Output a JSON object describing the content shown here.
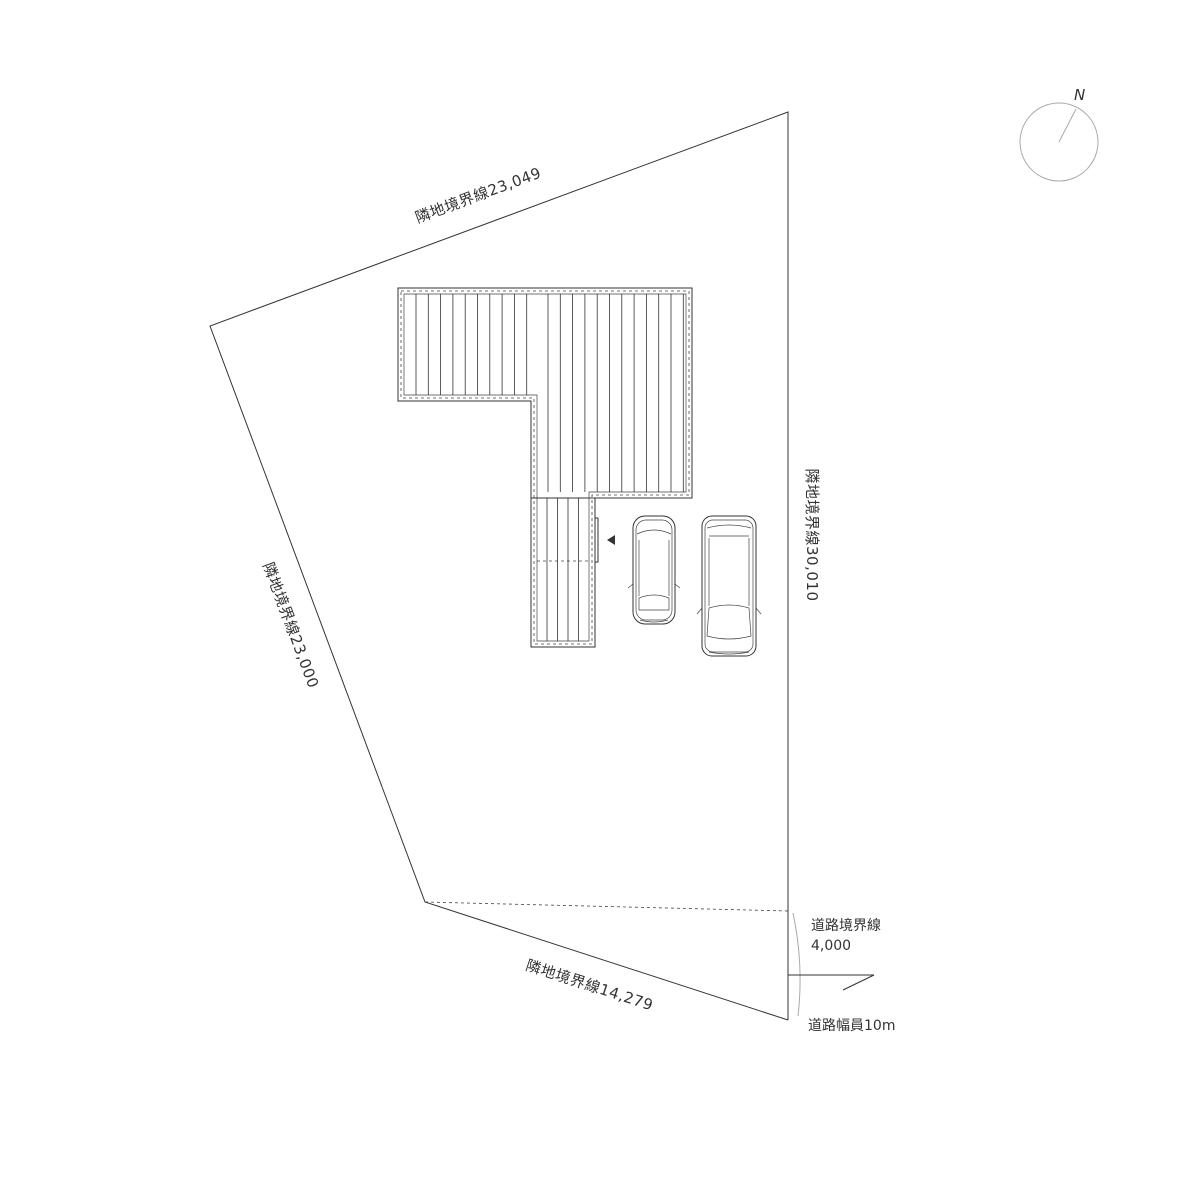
{
  "site": {
    "boundary_north": "隣地境界線23,049",
    "boundary_east": "隣地境界線30,010",
    "boundary_west": "隣地境界線23,000",
    "boundary_south": "隣地境界線14,279",
    "road_boundary_label": "道路境界線",
    "road_boundary_length": "4,000",
    "road_width": "道路幅員10m"
  },
  "compass": {
    "label": "N"
  },
  "colors": {
    "line": "#333333",
    "compass": "#aaaaaa"
  }
}
